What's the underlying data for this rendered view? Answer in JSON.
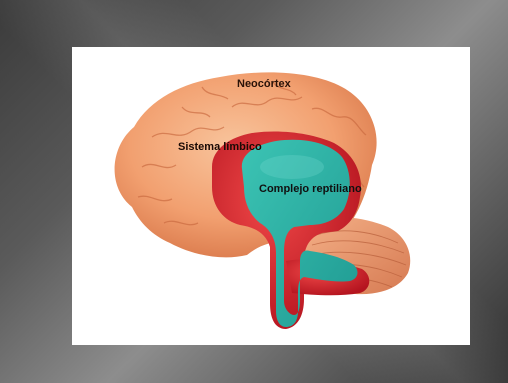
{
  "labels": {
    "neocortex": "Neocórtex",
    "limbic": "Sistema límbico",
    "reptilian": "Complejo reptiliano"
  },
  "colors": {
    "neocortex": "#f2a070",
    "limbic": "#d8232e",
    "reptilian": "#2fb3a6",
    "cerebellum": "#e9906a"
  }
}
